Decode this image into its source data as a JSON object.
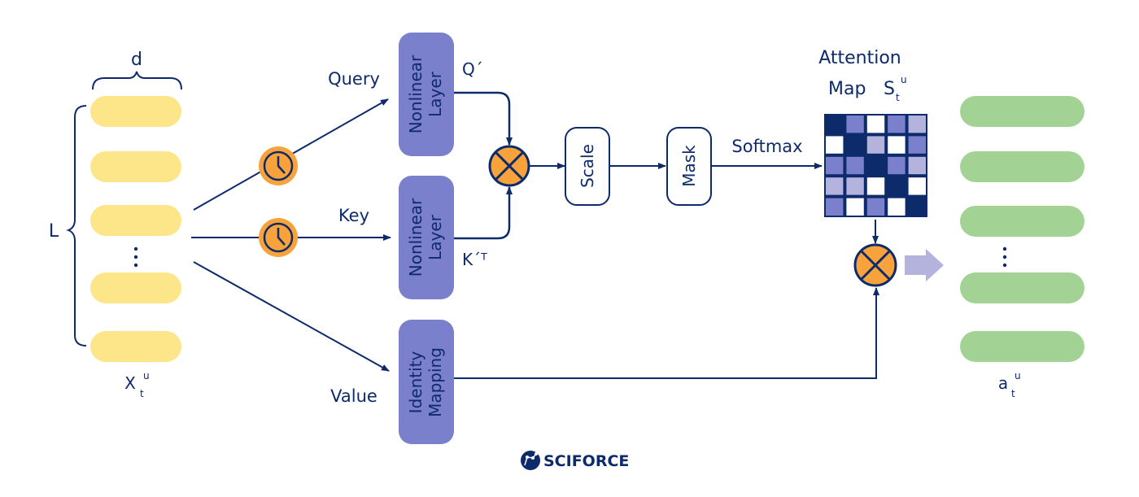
{
  "labels": {
    "d": "d",
    "L": "L",
    "input": "X",
    "input_sub": "t",
    "input_sup": "u",
    "query": "Query",
    "key": "Key",
    "value": "Value",
    "q_prime": "Q´",
    "k_prime": "K´ᵀ",
    "nonlinear_layer_1": "Nonlinear",
    "nonlinear_layer_2": "Layer",
    "identity_1": "Identity",
    "identity_2": "Mapping",
    "scale": "Scale",
    "mask": "Mask",
    "softmax": "Softmax",
    "attention_title": "Attention",
    "attention_map": "Map",
    "attention_sym": "S",
    "attention_sub": "t",
    "attention_sup": "u",
    "output": "a",
    "output_sub": "t",
    "output_sup": "u",
    "logo": "SCIFORCE"
  },
  "colors": {
    "navy": "#0d2a6b",
    "box": "#7b80cc",
    "input_token": "#fde68a",
    "output_token": "#a2d394",
    "operator": "#f7a23a",
    "matrix_light": "#b3b3de",
    "arrow_big": "#b3b3de"
  },
  "attention_matrix": [
    [
      "dark",
      "mid",
      "white",
      "mid",
      "light"
    ],
    [
      "white",
      "dark",
      "light",
      "white",
      "mid"
    ],
    [
      "mid",
      "mid",
      "dark",
      "mid",
      "light"
    ],
    [
      "light",
      "light",
      "white",
      "dark",
      "white"
    ],
    [
      "mid",
      "white",
      "mid",
      "white",
      "dark"
    ]
  ],
  "icons": [
    "clock-icon",
    "multiply-icon",
    "arrow-right-icon",
    "sciforce-logo"
  ]
}
